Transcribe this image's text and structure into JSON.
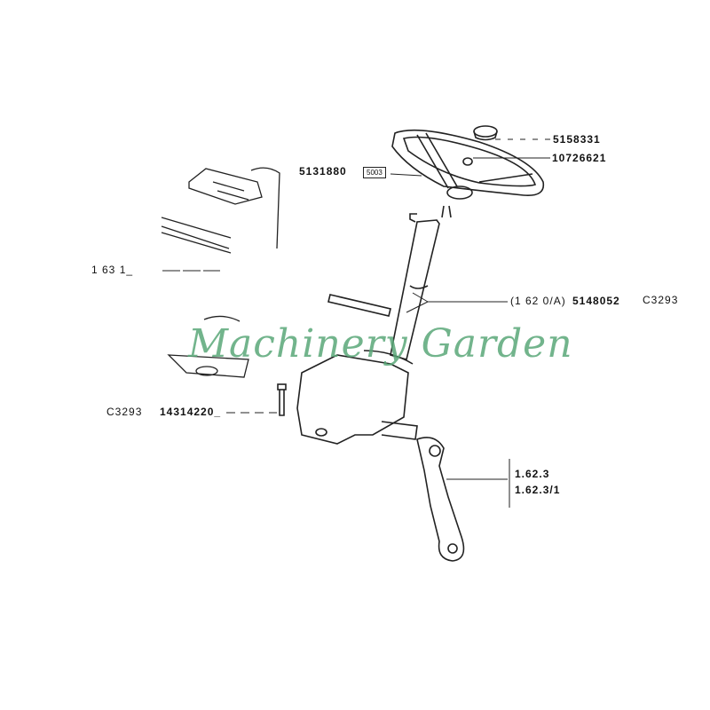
{
  "labels": {
    "cap": "5158331",
    "nut": "10726621",
    "wheel": "5131880",
    "wheel_code": "5003",
    "column_ref": "(1 62 0/A)",
    "column": "5148052",
    "column_code": "C3293",
    "left_ref": "1 63 1_",
    "bolt_code": "C3293",
    "bolt": "14314220_",
    "arm_a": "1.62.3",
    "arm_b": "1.62.3/1"
  },
  "watermark": "Machinery Garden",
  "colors": {
    "line": "#222222",
    "watermark": "#5aa878"
  }
}
